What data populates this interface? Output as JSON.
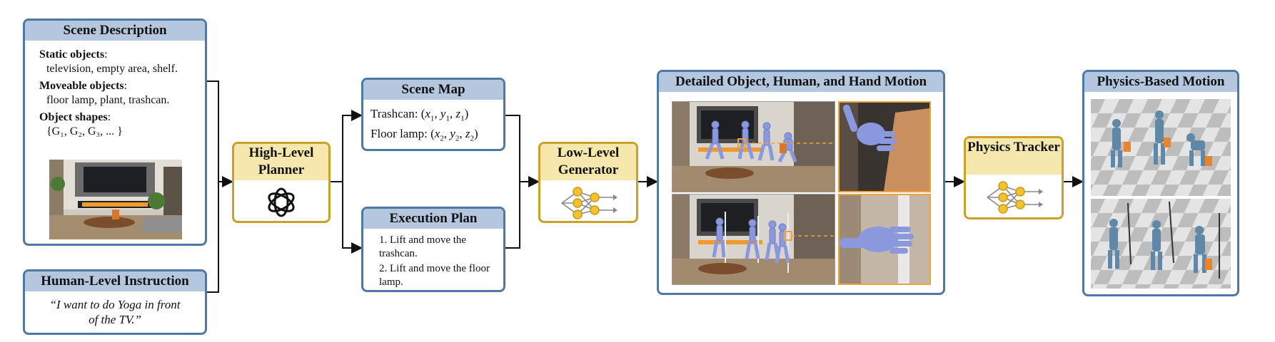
{
  "scene_description": {
    "title": "Scene Description",
    "static_label": "Static objects",
    "static_value": "television, empty area, shelf.",
    "moveable_label": "Moveable objects",
    "moveable_value": "floor lamp, plant, trashcan.",
    "shapes_label": "Object shapes",
    "shapes_value": "{G₁, G₂, G₃, ... }"
  },
  "instruction": {
    "title": "Human-Level Instruction",
    "text": "“I want to do Yoga in front of the TV.”"
  },
  "high_level": {
    "title": "High-Level Planner",
    "icon": "openai-logo-icon"
  },
  "scene_map": {
    "title": "Scene Map",
    "row1_label": "Trashcan:",
    "row2_label": "Floor lamp:",
    "x": "x",
    "y": "y",
    "z": "z"
  },
  "execution_plan": {
    "title": "Execution Plan",
    "step1": "1. Lift and move the trashcan.",
    "step2": "2. Lift and move the floor lamp."
  },
  "low_level": {
    "title": "Low-Level Generator",
    "icon": "neural-network-icon"
  },
  "detailed_motion": {
    "title": "Detailed Object, Human, and Hand Motion"
  },
  "tracker": {
    "title": "Physics Tracker",
    "icon": "neural-network-icon"
  },
  "physics_motion": {
    "title": "Physics-Based Motion"
  },
  "colors": {
    "blue_border": "#4e78a6",
    "blue_header": "#b4c7de",
    "gold_border": "#c9a227",
    "gold_header": "#f6e7ad",
    "human": "#8b98de",
    "accent": "#f0a23a"
  }
}
